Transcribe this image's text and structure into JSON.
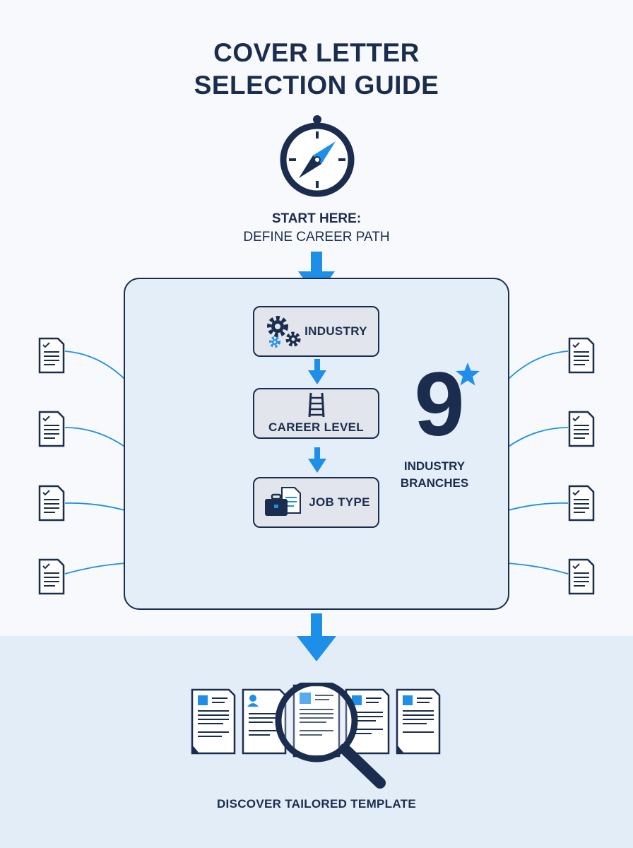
{
  "title": {
    "line1": "COVER LETTER",
    "line2": "SELECTION GUIDE"
  },
  "start": {
    "line1": "START HERE:",
    "line2": "DEFINE CAREER PATH"
  },
  "steps": [
    {
      "label": "INDUSTRY",
      "icon": "gears-icon"
    },
    {
      "label": "CAREER LEVEL",
      "icon": "ladder-icon"
    },
    {
      "label": "JOB TYPE",
      "icon": "briefcase-icon"
    }
  ],
  "badge": {
    "number": "9",
    "label_line1": "INDUSTRY",
    "label_line2": "BRANCHES"
  },
  "result": {
    "label": "DISCOVER TAILORED TEMPLATE"
  },
  "colors": {
    "navy": "#1b2d4f",
    "accent_blue": "#1e8fe8",
    "panel_fill": "#e4eef9",
    "band_fill": "#e3edf8"
  }
}
